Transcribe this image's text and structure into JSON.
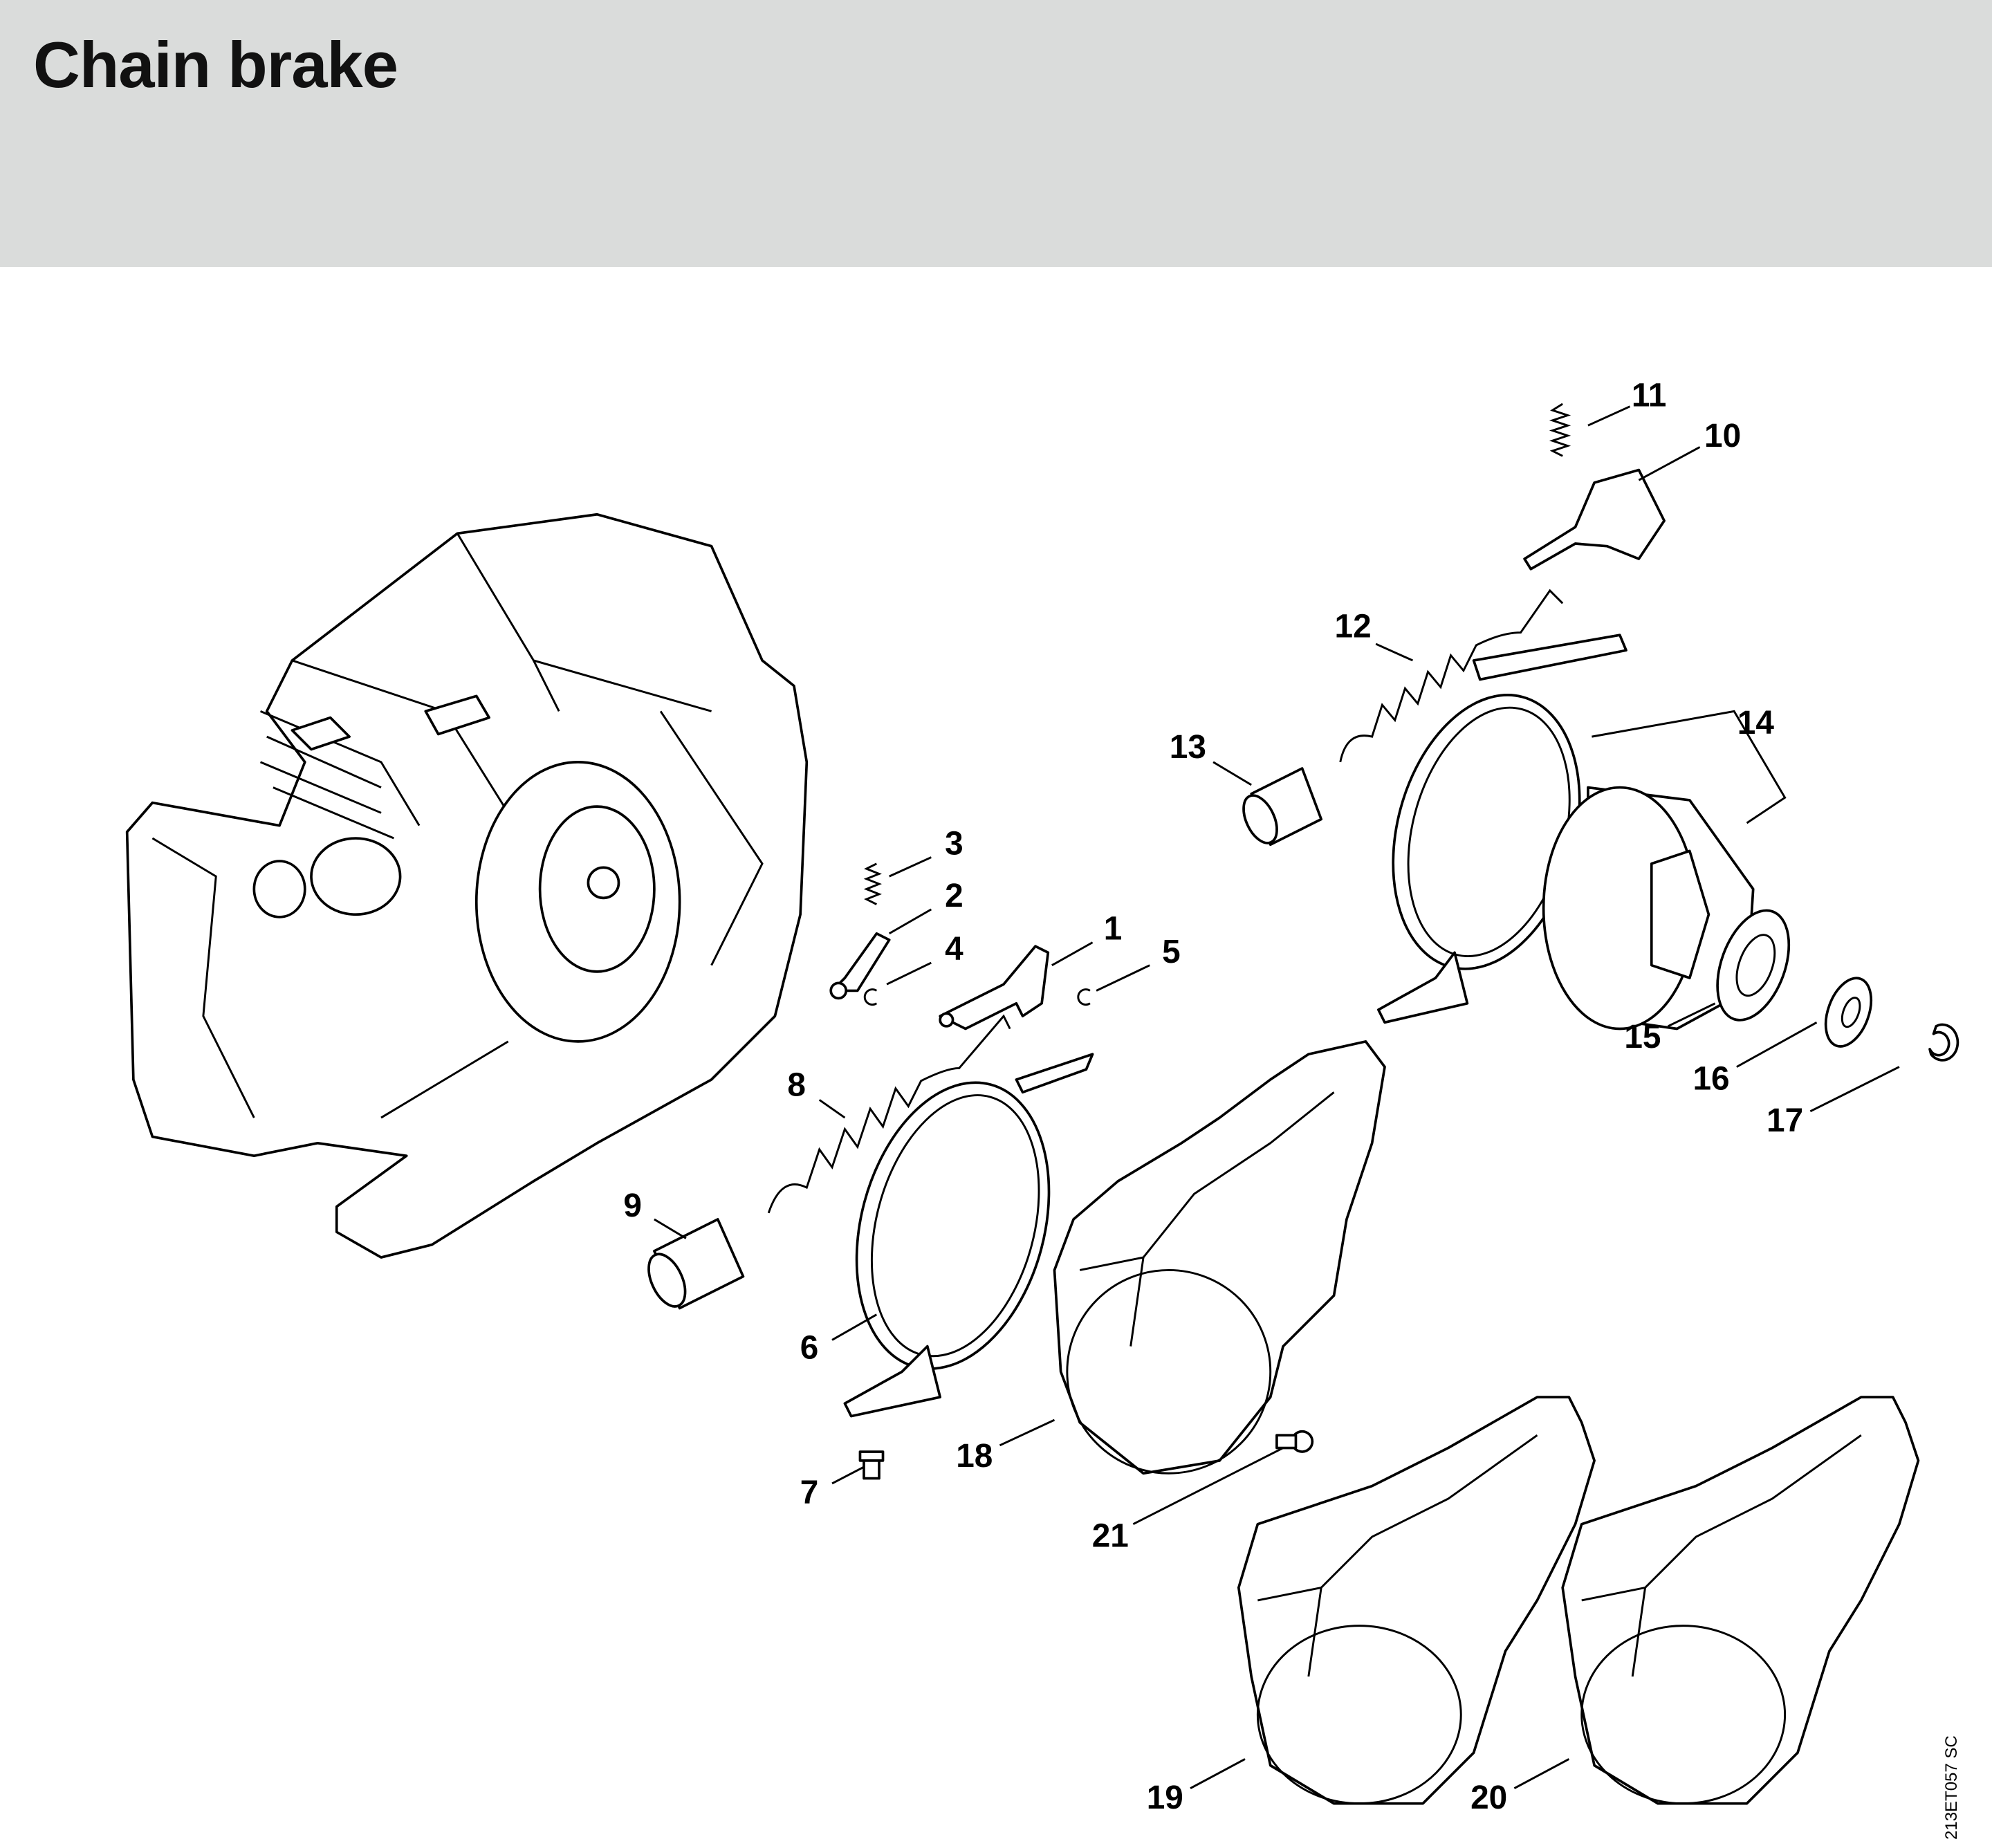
{
  "header": {
    "title": "Chain brake"
  },
  "diagram": {
    "callouts": [
      "1",
      "2",
      "3",
      "4",
      "5",
      "6",
      "7",
      "8",
      "9",
      "10",
      "11",
      "12",
      "13",
      "14",
      "15",
      "16",
      "17",
      "18",
      "19",
      "20",
      "21"
    ],
    "drawing_code": "213ET057 SC"
  }
}
